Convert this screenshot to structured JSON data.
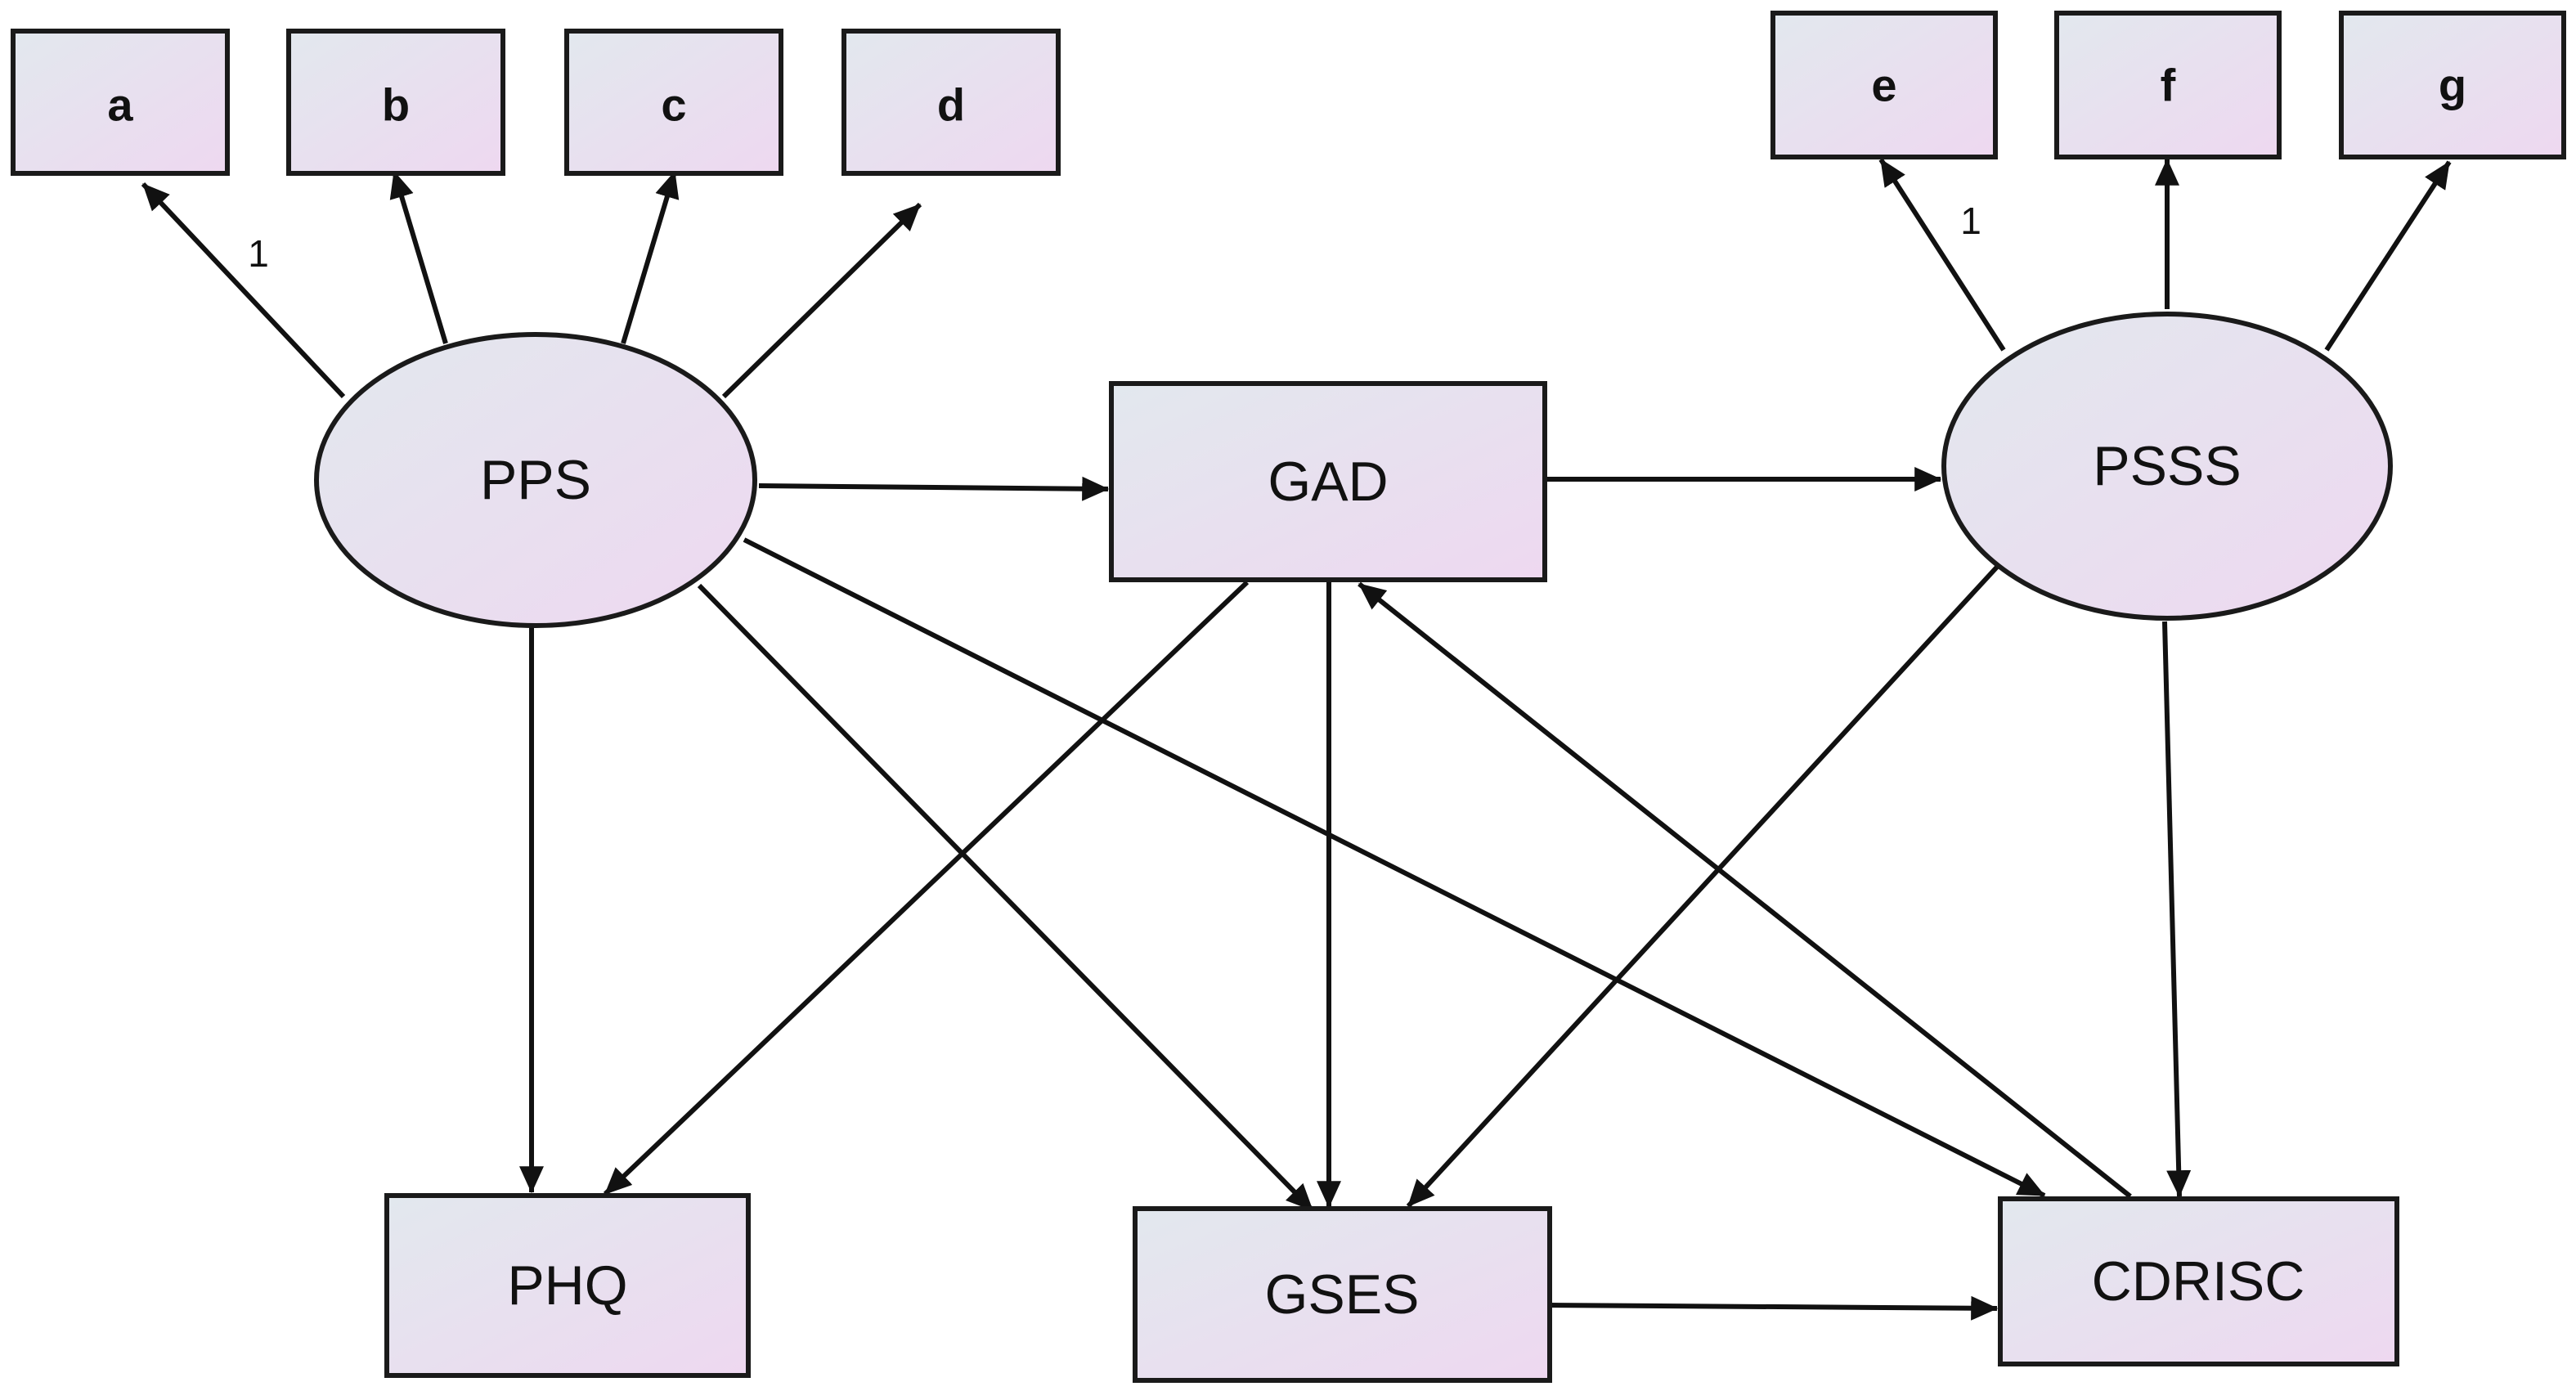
{
  "diagram": {
    "nodes": {
      "a": {
        "label": "a",
        "shape": "box"
      },
      "b": {
        "label": "b",
        "shape": "box"
      },
      "c": {
        "label": "c",
        "shape": "box"
      },
      "d": {
        "label": "d",
        "shape": "box"
      },
      "e": {
        "label": "e",
        "shape": "box"
      },
      "f": {
        "label": "f",
        "shape": "box"
      },
      "g": {
        "label": "g",
        "shape": "box"
      },
      "pps": {
        "label": "PPS",
        "shape": "ellipse"
      },
      "psss": {
        "label": "PSSS",
        "shape": "ellipse"
      },
      "gad": {
        "label": "GAD",
        "shape": "box"
      },
      "phq": {
        "label": "PHQ",
        "shape": "box"
      },
      "gses": {
        "label": "GSES",
        "shape": "box"
      },
      "cdrisc": {
        "label": "CDRISC",
        "shape": "box"
      }
    },
    "edges": [
      {
        "from": "PPS",
        "to": "a",
        "weight": "1"
      },
      {
        "from": "PPS",
        "to": "b"
      },
      {
        "from": "PPS",
        "to": "c"
      },
      {
        "from": "PPS",
        "to": "d"
      },
      {
        "from": "PSSS",
        "to": "e",
        "weight": "1"
      },
      {
        "from": "PSSS",
        "to": "f"
      },
      {
        "from": "PSSS",
        "to": "g"
      },
      {
        "from": "PPS",
        "to": "GAD"
      },
      {
        "from": "GAD",
        "to": "PSSS"
      },
      {
        "from": "PPS",
        "to": "PHQ"
      },
      {
        "from": "PPS",
        "to": "GSES"
      },
      {
        "from": "PPS",
        "to": "CDRISC"
      },
      {
        "from": "GAD",
        "to": "PHQ"
      },
      {
        "from": "GAD",
        "to": "GSES"
      },
      {
        "from": "PSSS",
        "to": "GSES"
      },
      {
        "from": "PSSS",
        "to": "CDRISC"
      },
      {
        "from": "CDRISC",
        "to": "GAD"
      },
      {
        "from": "GSES",
        "to": "CDRISC"
      }
    ],
    "colors": {
      "fill_start": "#e2e8ee",
      "fill_end": "#eed8f0",
      "stroke": "#1a1a1a"
    }
  }
}
